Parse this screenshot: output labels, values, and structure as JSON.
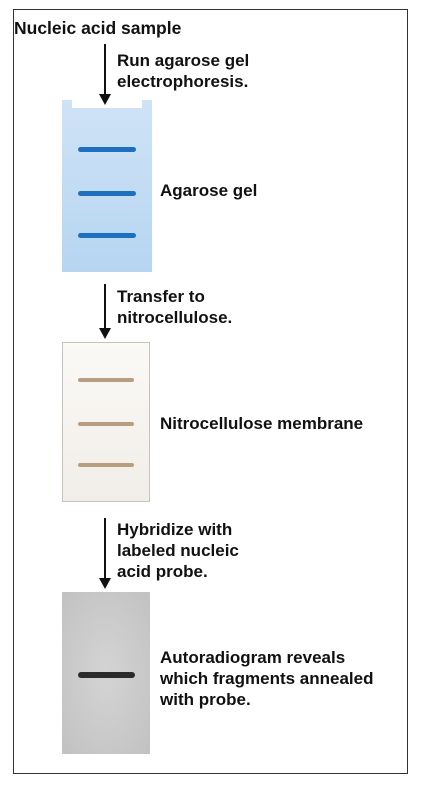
{
  "title": "Nucleic acid sample",
  "steps": {
    "step1": "Run agarose gel\nelectrophoresis.",
    "step2": "Transfer to\nnitrocellulose.",
    "step3": "Hybridize with\nlabeled nucleic\nacid probe."
  },
  "labels": {
    "gel": "Agarose gel",
    "membrane": "Nitrocellulose membrane",
    "autoradiogram": "Autoradiogram reveals\nwhich fragments annealed\nwith probe."
  },
  "colors": {
    "gel_fill": "#bcd9f2",
    "gel_band": "#1f6fc0",
    "membrane_band": "#b79e80",
    "film_band": "#2b2b2b"
  }
}
